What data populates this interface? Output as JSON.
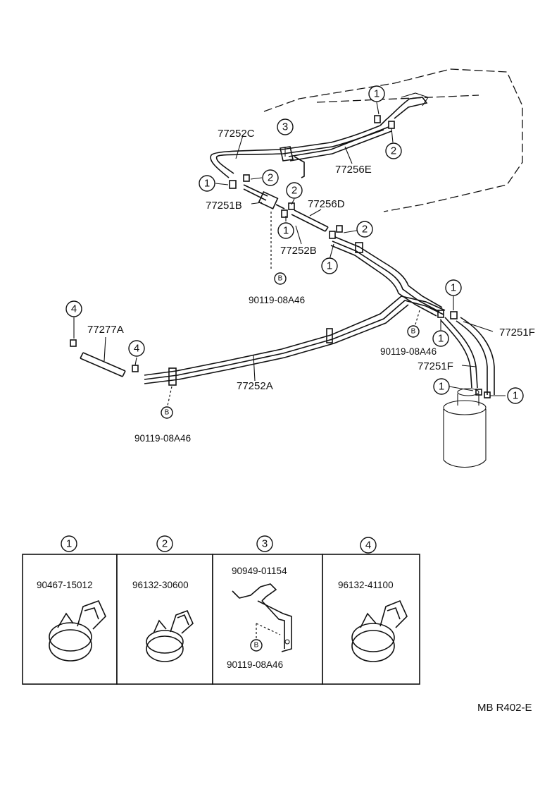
{
  "labels": {
    "p_77252C": "77252C",
    "p_77256E": "77256E",
    "p_77251B": "77251B",
    "p_77256D": "77256D",
    "p_77252B": "77252B",
    "p_77277A": "77277A",
    "p_77252A": "77252A",
    "p_77251F_a": "77251F",
    "p_77251F_b": "77251F",
    "bolt_a": "90119-08A46",
    "bolt_b": "90119-08A46",
    "bolt_c": "90119-08A46",
    "bolt_d": "90119-08A46",
    "fig_code": "MB R402-E"
  },
  "callouts": {
    "one": "1",
    "two": "2",
    "three": "3",
    "four": "4",
    "b": "B"
  },
  "legend": [
    {
      "index": "1",
      "part": "90467-15012"
    },
    {
      "index": "2",
      "part": "96132-30600"
    },
    {
      "index": "3",
      "part": "90949-01154"
    },
    {
      "index": "4",
      "part": "96132-41100"
    }
  ]
}
